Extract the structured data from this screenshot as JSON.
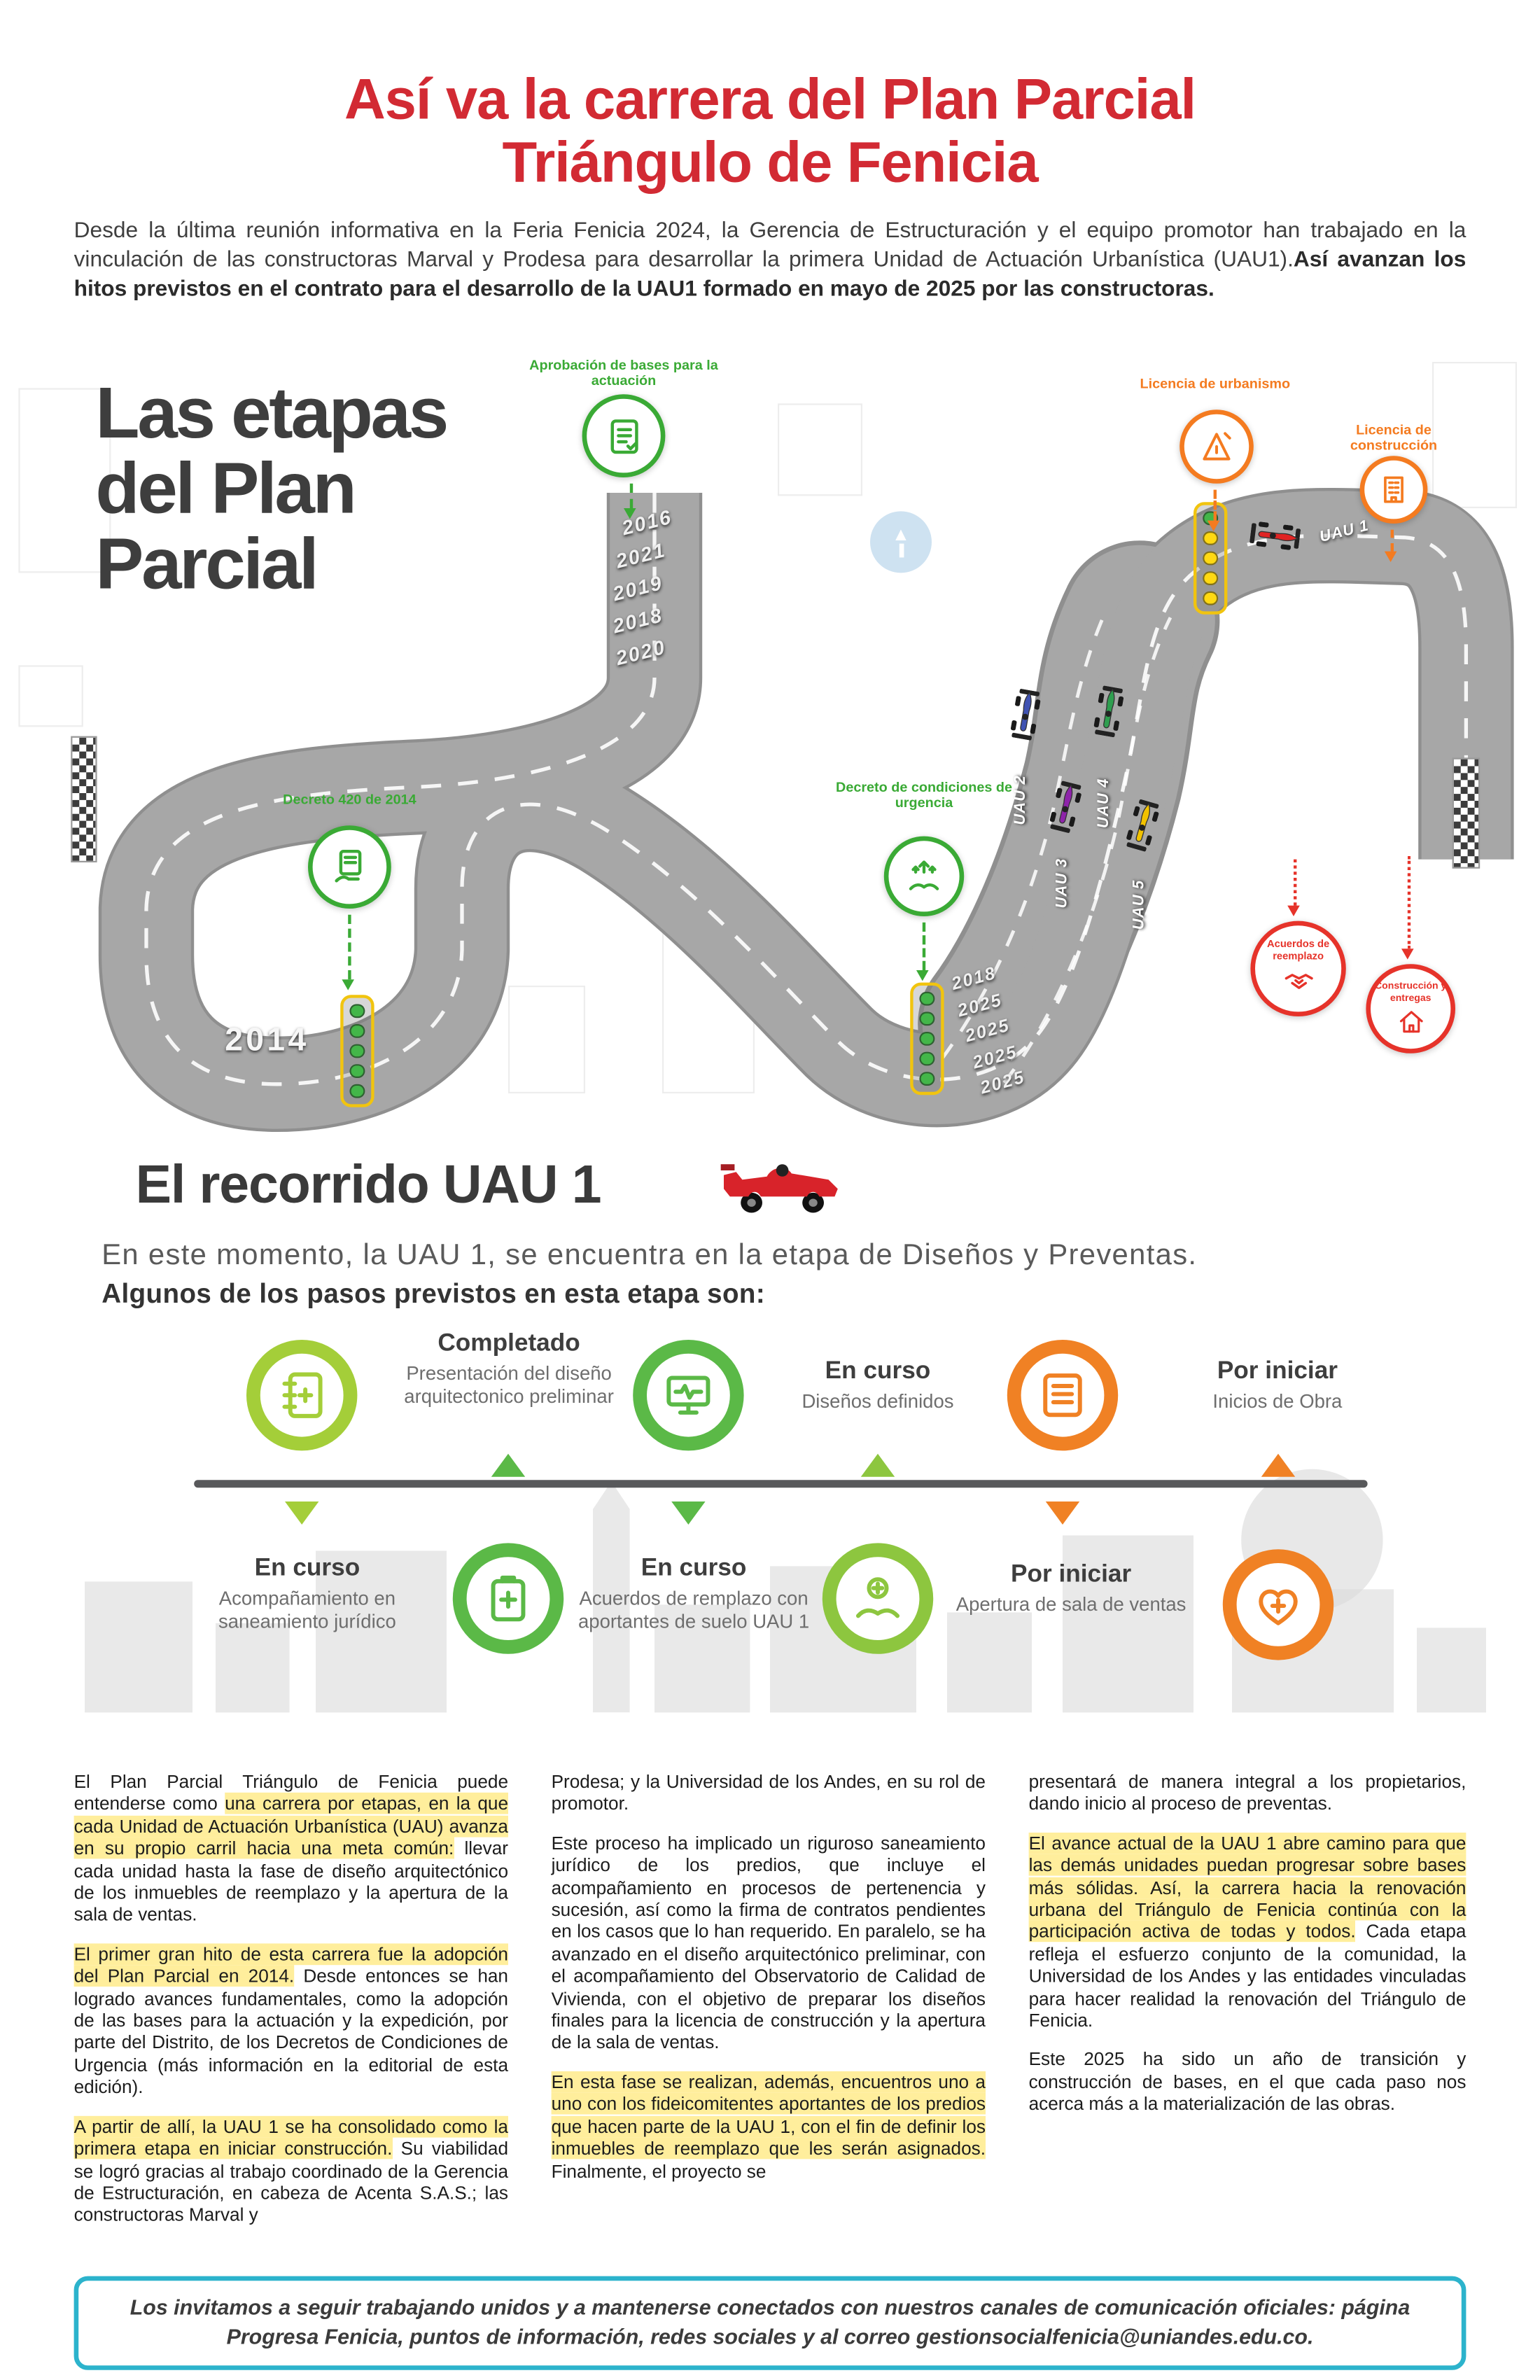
{
  "colors": {
    "title_red": "#d22a33",
    "green": "#3aaa35",
    "orange": "#f47b20",
    "red": "#e6332a",
    "highlight_yellow": "#ffee9c",
    "footer_cyan": "#2cb3cc",
    "road_gray": "#a7a7a7"
  },
  "header": {
    "title_line1": "Así va la carrera del Plan Parcial",
    "title_line2": "Triángulo de Fenicia",
    "intro_regular": "Desde la última reunión informativa en la Feria Fenicia 2024, la Gerencia de Estructuración y el equipo promotor han trabajado en la vinculación de las constructoras Marval y Prodesa para desarrollar la primera Unidad de Actuación Urbanística (UAU1).",
    "intro_bold": "Así avanzan los hitos previstos en el contrato para el desarrollo de la UAU1 formado en mayo de 2025 por las constructoras."
  },
  "track": {
    "heading_lines": [
      "Las etapas",
      "del Plan",
      "Parcial"
    ],
    "start_year": "2014",
    "years_first_stretch": [
      "2016",
      "2021",
      "2019",
      "2018",
      "2020"
    ],
    "years_second_stretch": [
      "2018",
      "2025",
      "2025",
      "2025",
      "2025"
    ],
    "milestone_badges": [
      {
        "label": "Aprobación de bases para la actuación",
        "icon": "document-check-icon",
        "color": "#3aaa35"
      },
      {
        "label": "Decreto 420 de 2014",
        "icon": "decree-hand-icon",
        "color": "#3aaa35"
      },
      {
        "label": "Decreto de condiciones de urgencia",
        "icon": "urgency-hand-icon",
        "color": "#3aaa35"
      },
      {
        "label": "Licencia de urbanismo",
        "icon": "drafting-tools-icon",
        "color": "#f47b20"
      },
      {
        "label": "Licencia de construcción",
        "icon": "building-icon",
        "color": "#f47b20"
      },
      {
        "label": "Acuerdos de reemplazo",
        "icon": "handshake-icon",
        "color": "#e6332a"
      },
      {
        "label": "Construcción y entregas",
        "icon": "house-delivery-icon",
        "color": "#e6332a"
      }
    ],
    "traffic_lights": [
      {
        "position": "start-2014",
        "dots": [
          "green",
          "green",
          "green",
          "green",
          "green"
        ]
      },
      {
        "position": "middle",
        "dots": [
          "green",
          "green",
          "green",
          "green",
          "green"
        ]
      },
      {
        "position": "top-right",
        "dots": [
          "green",
          "yellow",
          "yellow",
          "yellow",
          "yellow"
        ]
      }
    ],
    "cars": [
      {
        "label": "UAU 1",
        "color": "#e02424"
      },
      {
        "label": "UAU 2",
        "color": "#4053b3"
      },
      {
        "label": "UAU 3",
        "color": "#8e24aa"
      },
      {
        "label": "UAU 4",
        "color": "#2e9e4f"
      },
      {
        "label": "UAU 5",
        "color": "#f2c200"
      }
    ]
  },
  "recorrido": {
    "heading": "El recorrido UAU 1",
    "status_line": "En este momento, la UAU 1, se encuentra en la etapa de Diseños y Preventas.",
    "steps_intro": "Algunos de los pasos previstos en esta etapa son:",
    "milestones": [
      {
        "status": "En curso",
        "label": "Acompañamiento en saneamiento jurídico",
        "icon": "notebook-icon",
        "color": "#a4ce39"
      },
      {
        "status": "Completado",
        "label": "Presentación del diseño arquitectonico preliminar",
        "icon": "clipboard-medical-icon",
        "color": "#5bb947"
      },
      {
        "status": "En curso",
        "label": "Acuerdos de remplazo con aportantes de suelo UAU 1",
        "icon": "monitor-pulse-icon",
        "color": "#5bb947"
      },
      {
        "status": "En curso",
        "label": "Diseños definidos",
        "icon": "care-hands-icon",
        "color": "#8dc63f"
      },
      {
        "status": "Por iniciar",
        "label": "Apertura de sala de ventas",
        "icon": "checklist-icon",
        "color": "#f08124"
      },
      {
        "status": "Por iniciar",
        "label": "Inicios de Obra",
        "icon": "heart-plus-icon",
        "color": "#f08124"
      }
    ]
  },
  "columns": [
    {
      "paragraphs": [
        [
          {
            "t": "El Plan Parcial Triángulo de Fenicia puede entenderse como ",
            "h": false
          },
          {
            "t": "una carrera por etapas, en la que cada Unidad de Actuación Urbanística (UAU) avanza en su propio carril hacia una meta común:",
            "h": true
          },
          {
            "t": " llevar cada unidad hasta la fase de diseño arquitectónico de los inmuebles de reemplazo y la ap​ertura de la sala de ventas.",
            "h": false
          }
        ],
        [
          {
            "t": "El primer gran hito de esta carrera fue la adopción del Plan Parcial en 2014.",
            "h": true
          },
          {
            "t": " Desde entonces se han logrado avances fundamentales, como la adopción de las bases para la actuación y la expedición, por parte del Distrito, de los Decretos de Condiciones de Urgencia (más información en la editorial de esta edición).",
            "h": false
          }
        ],
        [
          {
            "t": "A partir de allí, la UAU 1 se ha consolidado como la primera etapa en iniciar construcción.",
            "h": true
          },
          {
            "t": " Su viabilidad se logró gracias al trabajo coordinado de la Gerencia de Estructuración, en cabeza de Acenta S.A.S.; las constructoras Marval y",
            "h": false
          }
        ]
      ]
    },
    {
      "paragraphs": [
        [
          {
            "t": "Prodesa; y la Universidad de los Andes, en su rol de promotor.",
            "h": false
          }
        ],
        [
          {
            "t": "Este proceso ha implicado un riguroso saneamiento jurídico de los predios, que incluye el acompañamiento en procesos de pertenencia y sucesión, así como la firma de contratos pendientes en los casos que lo han requerido. En paralelo, se ha avanzado en el diseño arquitectónico preliminar, con el acompañamiento del Observatorio de Calidad de Vivienda, con el objetivo de preparar los diseños finales para la licencia de construcción y la apertura de la sala de ventas.",
            "h": false
          }
        ],
        [
          {
            "t": "En esta fase se realizan, además, encuentros uno a uno con los fideicomitentes aportantes de los predios que hacen parte de la UAU 1, con el fin de definir los inmuebles de reemplazo que les serán asignados.",
            "h": true
          },
          {
            "t": " Finalmente, el proyecto se",
            "h": false
          }
        ]
      ]
    },
    {
      "paragraphs": [
        [
          {
            "t": "presentará de manera integral a los propietarios, dando inicio al proceso de preventas.",
            "h": false
          }
        ],
        [
          {
            "t": "El avance actual de la UAU 1 abre camino para que las demás unidades puedan progresar sobre bases más sólidas. Así, la carrera hacia la renovación urbana del Triángulo de Fenicia continúa con la participación activa de todas y todos.",
            "h": true
          },
          {
            "t": " Cada etapa refleja el esfuerzo conjunto de la comunidad, la Universidad de los Andes y las entidades vinculadas para hacer realidad la renovación del Triángulo de Fenicia.",
            "h": false
          }
        ],
        [
          {
            "t": "Este 2025 ha sido un año de transición y construcción de bases, en el que cada paso nos acerca más a la materialización de las obras.",
            "h": false
          }
        ]
      ]
    }
  ],
  "footer": {
    "text": "Los invitamos a seguir trabajando unidos y a mantenerse conectados con nuestros canales de comunicación oficiales: página Progresa Fenicia, puntos de información, redes sociales y al correo gestionsocialfenicia@uniandes.edu.co."
  }
}
